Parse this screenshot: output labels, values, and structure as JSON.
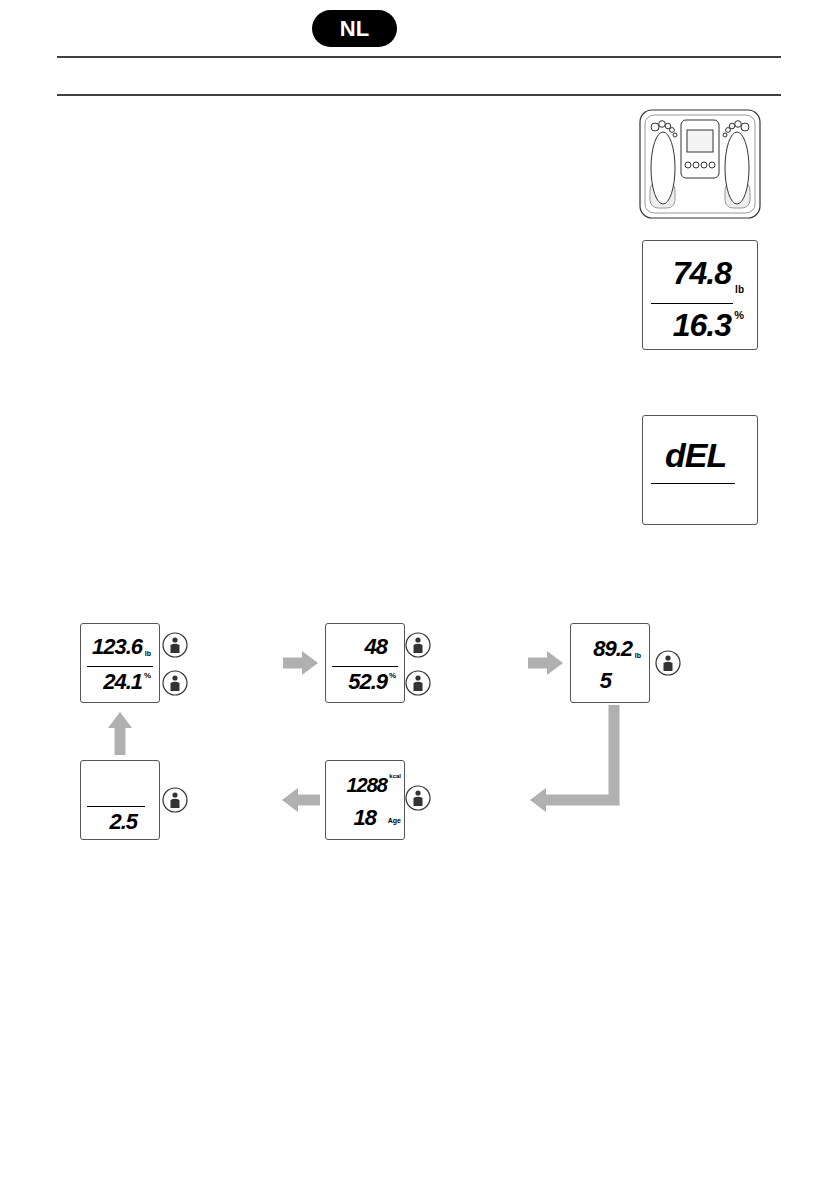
{
  "diagram": {
    "nodes": [
      {
        "text": [
          "74.8",
          "lb",
          "16.3",
          "%"
        ]
      },
      {
        "text": [
          "dEL"
        ]
      },
      {
        "text": [
          "123.6",
          "lb",
          "24.1",
          "%"
        ]
      },
      {
        "text": [
          "48",
          "52.9",
          "%"
        ]
      },
      {
        "text": [
          "89.2",
          "lb",
          "5"
        ]
      },
      {
        "text": [
          "1288",
          "kcal",
          "18",
          "Age"
        ]
      },
      {
        "text": [
          "2.5"
        ]
      }
    ],
    "edges": [
      {
        "from": 2,
        "to": 3,
        "arrow": "to"
      },
      {
        "from": 3,
        "to": 4,
        "arrow": "to"
      },
      {
        "from": 4,
        "to": 5,
        "arrow": "to"
      },
      {
        "from": 5,
        "to": 6,
        "arrow": "to"
      },
      {
        "from": 6,
        "to": 2,
        "arrow": "to"
      }
    ],
    "labels": [
      "NL"
    ]
  }
}
